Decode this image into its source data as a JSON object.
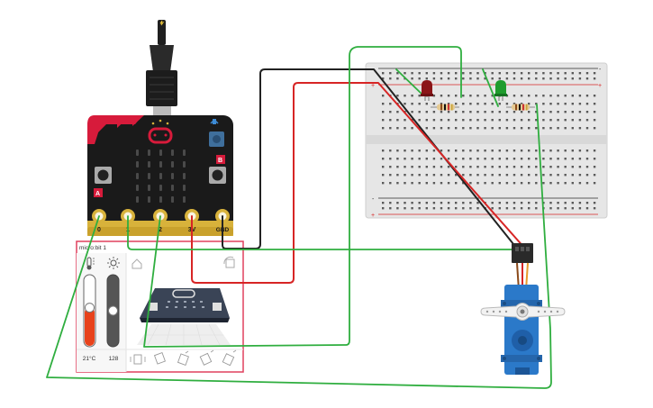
{
  "microbit": {
    "pins": [
      "0",
      "1",
      "2",
      "3V",
      "GND"
    ],
    "button_a_label": "A",
    "button_b_label": "B"
  },
  "simulator_panel": {
    "title": "micro:bit 1",
    "temperature_value": "21°C",
    "temperature_level": 0.55,
    "light_value": "128",
    "light_level": 0.5
  },
  "breadboard": {
    "rail_minus": "-",
    "rail_plus": "+"
  },
  "colors": {
    "microbit_body": "#1a1a1a",
    "microbit_red": "#d71b3b",
    "pin_gold": "#d8b23b",
    "wire_black": "#222222",
    "wire_red": "#d72525",
    "wire_green": "#2fae3f",
    "breadboard": "#e6e6e6",
    "servo_blue": "#2b79c9",
    "panel_border": "#e0405e",
    "thermo_fill": "#e8421b"
  }
}
